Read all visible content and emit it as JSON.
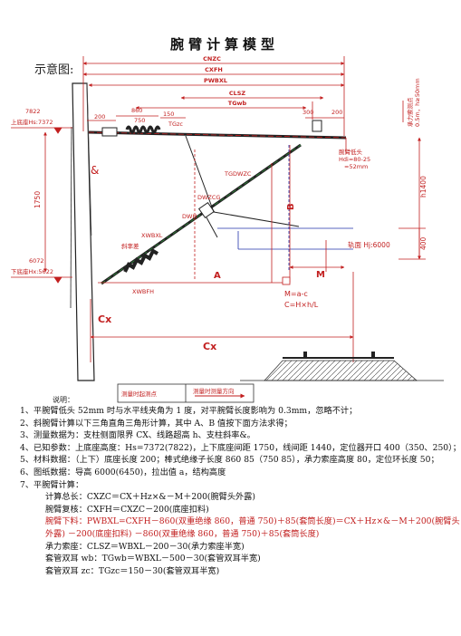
{
  "title": "腕臂计算模型",
  "schematic_label": "示意图:",
  "dims": {
    "cnzc": "CNZC",
    "cxfh": "CXFH",
    "pwbxl": "PWBXL",
    "clsz": "CLSZ",
    "tgwb": "TGwb",
    "d200a": "200",
    "d860": "860",
    "d750": "750",
    "d150": "150",
    "tgzc": "TGzc",
    "d300": "300",
    "d200b": "200"
  },
  "labels": {
    "top_elev_num": "7822",
    "top_elev": "上底座Hs:7372",
    "bot_elev_num": "6072",
    "bot_elev": "下底座Hx:5622",
    "v1750": "1750",
    "amp": "&",
    "cx_left": "Cx",
    "cx_bottom": "Cx",
    "xwbxl": "XWBXL",
    "xwbfh": "XWBFH",
    "tgdwzc": "TGDWZC",
    "dwzcg": "DWZCG",
    "dwh": "DWH",
    "slope_rate": "斜率差",
    "a_label": "A",
    "b_label": "B",
    "m_label": "M",
    "m_formula": "M=a-c",
    "c_formula": "C=H×h/L",
    "wall_note1": "承力索测点",
    "wall_note2": "0.5m，h≥50mm",
    "h1400": "h1400",
    "d400": "400",
    "wrist_end": "腕臂低头",
    "hdi": "Hdi=80-25",
    "hdi2": "=52mm",
    "rail_face": "轨面 Hj:6000",
    "legend_start": "测量时起测点",
    "legend_dir": "测量时测量方向",
    "legend_caption": "说明："
  },
  "notes": [
    "1、平腕臂低头 52mm 时与水平线夹角为 1 度，对平腕臂长度影响为 0.3mm，忽略不计；",
    "2、斜腕臂计算以下三角直角三角形计算，其中 A、B 值按下面方法求得；",
    "3、测量数据为：支柱侧面限界 CX、线路超高 h、支柱斜率&。",
    "4、已知参数：上底座高度：Hs=7372(7822)，上下底座间距 1750，线间距 1440，定位器开口 400（350、250）；",
    "5、材料数据：（上下）底座长度 200；棒式绝缘子长度 860 85（750 85），承力索座高度 80，定位环长度 50；",
    "6、图纸数据：导高 6000(6450)，拉出值 a，结构高度",
    "7、平腕臂计算："
  ],
  "calc": {
    "l1": "计算总长：CXZC＝CX＋Hz×&－M＋200(腕臂头外露)",
    "l2": "腕臂复核：CXFH＝CXZC－200(底座扣料)",
    "l3": "腕臂下料：PWBXL=CXFH－860(双重绝缘 860，普通 750)＋85(套筒长度)＝CX＋Hz×&－M＋200(腕臂头",
    "l4": "外露) －200(底座扣料) －860(双重绝缘 860，普通 750)＋85(套筒长度)",
    "l5": "承力索座：CLSZ＝WBXL－200－30(承力索座半宽)",
    "l6": "套管双耳 wb：TGwb＝WBXL－500－30(套管双耳半宽)",
    "l7": "套管双耳 zc：TGzc＝150－30(套管双耳半宽)"
  },
  "colors": {
    "red": "#c21f1f",
    "blue": "#2233aa",
    "green": "#2e8b3a"
  }
}
